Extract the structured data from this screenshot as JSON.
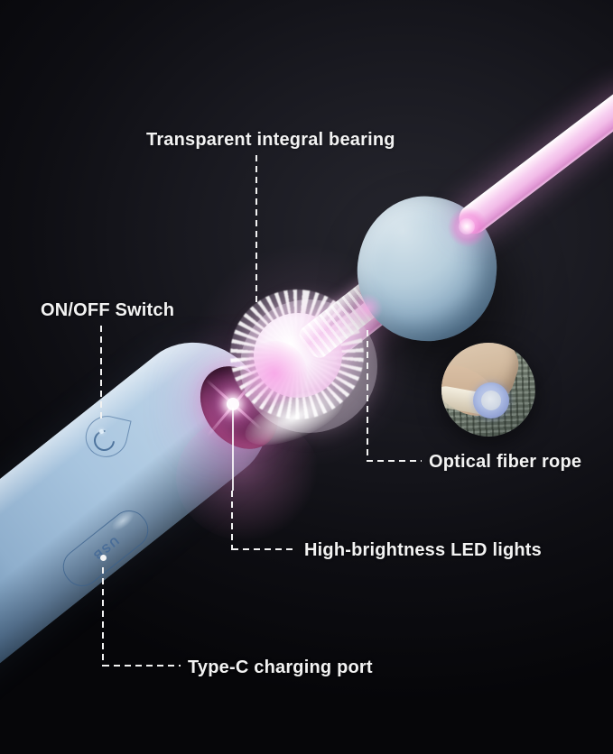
{
  "callouts": {
    "bearing": {
      "label": "Transparent integral bearing"
    },
    "switch": {
      "label": "ON/OFF Switch"
    },
    "fiber": {
      "label": "Optical fiber rope"
    },
    "led": {
      "label": "High-brightness LED lights"
    },
    "typec": {
      "label": "Type-C charging port"
    }
  },
  "device": {
    "usb_marking": "USB"
  },
  "icons": {
    "power_button": "power-icon"
  },
  "colors": {
    "background": "#0b0b0f",
    "label_text": "#f3f3f3",
    "body_blue": "#a8c5df",
    "cone_blue": "#96b4ca",
    "fiber_pink": "#f2bce8",
    "led_glow": "#ff8ce1",
    "opening_maroon": "#53203f",
    "fiber_cross_section_blue": "#aebde4"
  }
}
